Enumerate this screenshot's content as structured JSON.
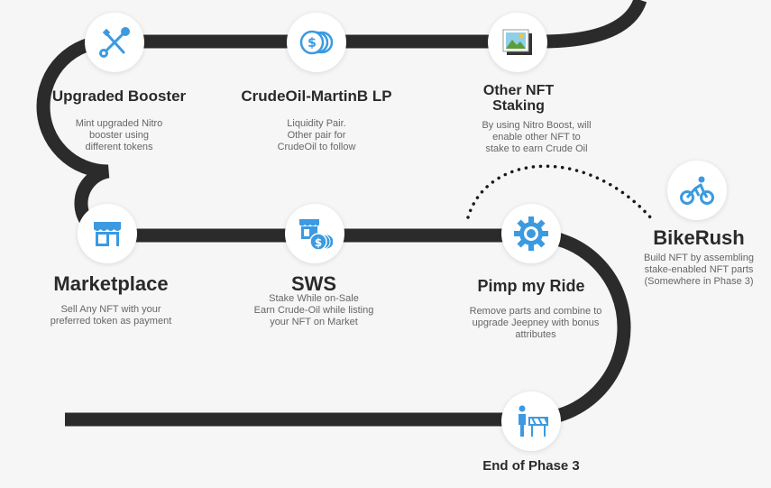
{
  "colors": {
    "track": "#2b2b2b",
    "accent": "#3b9ae0",
    "text": "#2a2a2a",
    "muted": "#666666"
  },
  "milestones": [
    {
      "title": "Upgraded Booster",
      "desc": "Mint upgraded Nitro\nbooster using\ndifferent tokens",
      "icon": "tools-icon"
    },
    {
      "title": "CrudeOil-MartinB LP",
      "desc": "Liquidity Pair.\nOther pair for\nCrudeOil to follow",
      "icon": "coins-icon"
    },
    {
      "title": "Other NFT\nStaking",
      "desc": "By using Nitro Boost, will\nenable other NFT to\nstake to earn Crude Oil",
      "icon": "picture-icon"
    },
    {
      "title": "Marketplace",
      "desc": "Sell Any NFT with your\npreferred token as payment",
      "icon": "store-icon"
    },
    {
      "title": "SWS",
      "desc": "Stake While on-Sale\nEarn Crude-Oil while listing\nyour NFT on Market",
      "icon": "store-coins-icon"
    },
    {
      "title": "Pimp my Ride",
      "desc": "Remove parts and combine to\nupgrade Jeepney with bonus\nattributes",
      "icon": "gear-icon"
    },
    {
      "title": "BikeRush",
      "desc": "Build NFT by assembling\nstake-enabled NFT parts\n(Somewhere in Phase 3)",
      "icon": "cyclist-icon"
    },
    {
      "title": "End of Phase 3",
      "desc": "",
      "icon": "barrier-worker-icon"
    }
  ]
}
